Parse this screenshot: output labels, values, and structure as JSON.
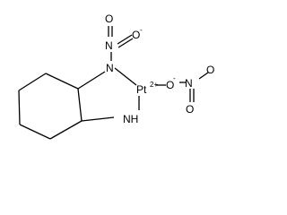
{
  "structure": {
    "atoms": {
      "n_nitrite_top": "N",
      "o_top": "O",
      "o_top_minus": "-",
      "n_amine_upper": "N",
      "pt": "Pt",
      "pt_charge": "2+",
      "o_right": "O",
      "o_right_minus": "-",
      "n_nitrate_right": "N",
      "o_bottom_right": "O",
      "nh": "NH"
    }
  }
}
